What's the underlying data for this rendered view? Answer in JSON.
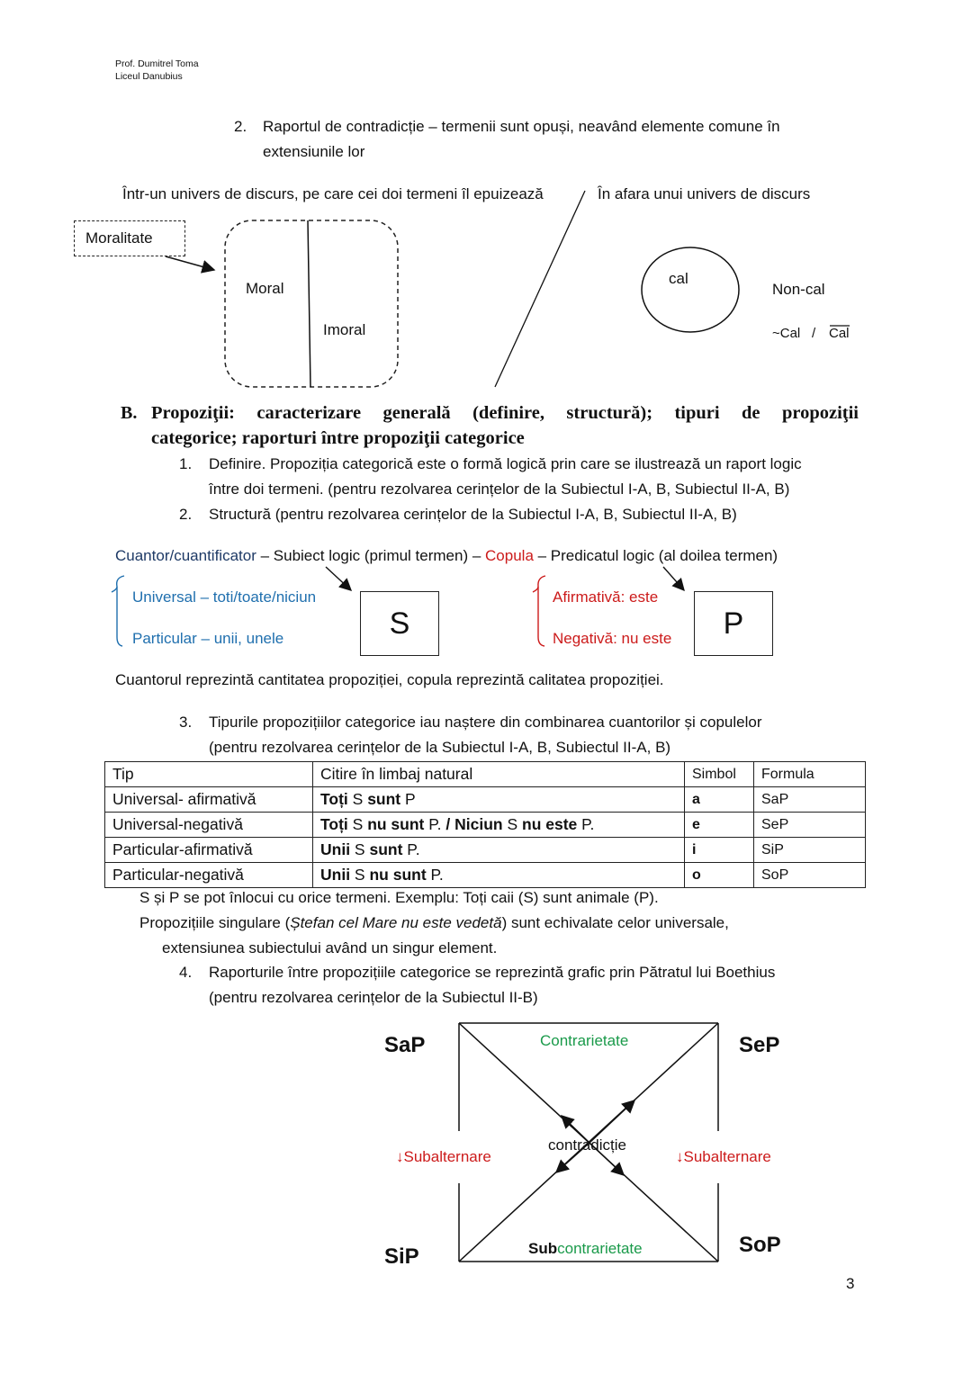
{
  "header": {
    "author": "Prof. Dumitrel Toma",
    "school": "Liceul Danubius"
  },
  "section_contradiction": {
    "item_number": "2.",
    "item_line1": "Raportul de contradicție – termenii sunt opuși, neavând elemente comune în",
    "item_line2": "extensiunile lor",
    "left_caption": "Într-un univers de discurs, pe care cei doi termeni îl epuizează",
    "right_caption": "În afara unui univers de discurs",
    "concept_label": "Moralitate",
    "term_moral": "Moral",
    "term_imoral": "Imoral",
    "circle_label": "cal",
    "noncal_label": "Non-cal",
    "neg_tilde": "~Cal",
    "neg_sep": "/",
    "neg_bar": "Cal"
  },
  "section_b": {
    "letter": "B.",
    "heading_line1": "Propoziţii: caracterizare generală (definire, structură); tipuri de propoziţii",
    "heading_line2": "categorice; raporturi între propoziţii categorice",
    "item1_number": "1.",
    "item1_line1": "Definire. Propoziția categorică este o formă logică prin care se ilustrează un raport logic",
    "item1_line2": "între doi termeni. (pentru rezolvarea cerințelor de la Subiectul I-A, B, Subiectul II-A, B)",
    "item2_number": "2.",
    "item2_text": "Structură (pentru rezolvarea cerințelor de la Subiectul I-A, B, Subiectul II-A, B)"
  },
  "structure": {
    "cuantor": "Cuantor/cuantificator",
    "dash1": " – Subiect logic (primul termen) – ",
    "copula": "Copula",
    "dash2": " – Predicatul logic (al doilea termen)",
    "universal": "Universal – toti/toate/niciun",
    "particular": "Particular – unii, unele",
    "s_letter": "S",
    "afirmativa": "Afirmativă: este",
    "negativa": "Negativă: nu este",
    "p_letter": "P",
    "note": "Cuantorul reprezintă cantitatea propoziției, copula reprezintă calitatea propoziției."
  },
  "types": {
    "item_number": "3.",
    "line1": "Tipurile propozițiilor categorice iau naștere din combinarea cuantorilor și copulelor",
    "line2": "(pentru rezolvarea cerințelor de la Subiectul I-A, B, Subiectul II-A, B)",
    "headers": [
      "Tip",
      "Citire în limbaj natural",
      "Simbol",
      "Formula"
    ],
    "rows": [
      {
        "tip": "Universal- afirmativă",
        "r1": "Toți",
        "r2": " S ",
        "r3": "sunt",
        "r4": " P",
        "r5": "",
        "r6": "",
        "r7": "",
        "r8": "",
        "simbol": "a",
        "formula": "SaP"
      },
      {
        "tip": "Universal-negativă",
        "r1": "Toți",
        "r2": " S ",
        "r3": "nu sunt",
        "r4": " P. ",
        "r5": "/ Niciun",
        "r6": " S ",
        "r7": "nu este",
        "r8": " P.",
        "simbol": "e",
        "formula": "SeP"
      },
      {
        "tip": "Particular-afirmativă",
        "r1": "Unii",
        "r2": " S ",
        "r3": "sunt",
        "r4": " P.",
        "r5": "",
        "r6": "",
        "r7": "",
        "r8": "",
        "simbol": "i",
        "formula": "SiP"
      },
      {
        "tip": "Particular-negativă",
        "r1": "Unii",
        "r2": " S ",
        "r3": "nu sunt",
        "r4": " P.",
        "r5": "",
        "r6": "",
        "r7": "",
        "r8": "",
        "simbol": "o",
        "formula": "SoP"
      }
    ],
    "after1": "S și P se pot înlocui cu orice termeni. Exemplu: Toți caii (S) sunt animale (P).",
    "after2_pre": "Propozițiile singulare (",
    "after2_italic": "Ștefan cel Mare nu este vedetă",
    "after2_post": ") sunt echivalate celor universale,",
    "after3": "extensiunea subiectului având un singur element."
  },
  "square": {
    "item_number": "4.",
    "line1": "Raporturile între propozițiile categorice se reprezintă grafic prin Pătratul lui Boethius",
    "line2": "(pentru rezolvarea cerințelor de la Subiectul II-B)",
    "sap": "SaP",
    "sep": "SeP",
    "sip": "SiP",
    "sop": "SoP",
    "contrarietate": "Contrarietate",
    "contradictie": "contradicție",
    "subalternare_left": "↓Subalternare",
    "subalternare_right": "↓Subalternare",
    "sub_bold": "Sub",
    "sub_green": "contrarietate"
  },
  "page_number": "3"
}
